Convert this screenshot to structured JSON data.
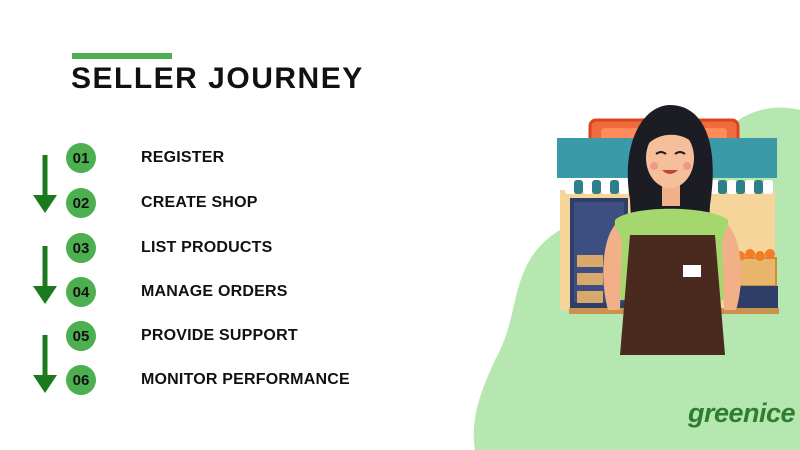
{
  "title": "SELLER JOURNEY",
  "steps": [
    {
      "number": "01",
      "label": "REGISTER"
    },
    {
      "number": "02",
      "label": "CREATE SHOP"
    },
    {
      "number": "03",
      "label": "LIST PRODUCTS"
    },
    {
      "number": "04",
      "label": "MANAGE ORDERS"
    },
    {
      "number": "05",
      "label": "PROVIDE SUPPORT"
    },
    {
      "number": "06",
      "label": "MONITOR PERFORMANCE"
    }
  ],
  "brand": {
    "logo_text": "greenice"
  },
  "colors": {
    "accent": "#4caf50",
    "arrow": "#1b7a1b",
    "blob": "#b6e7b0",
    "logo": "#2e7d32"
  },
  "icons": [
    "down-arrow-icon",
    "shopkeeper-illustration",
    "storefront-illustration"
  ]
}
